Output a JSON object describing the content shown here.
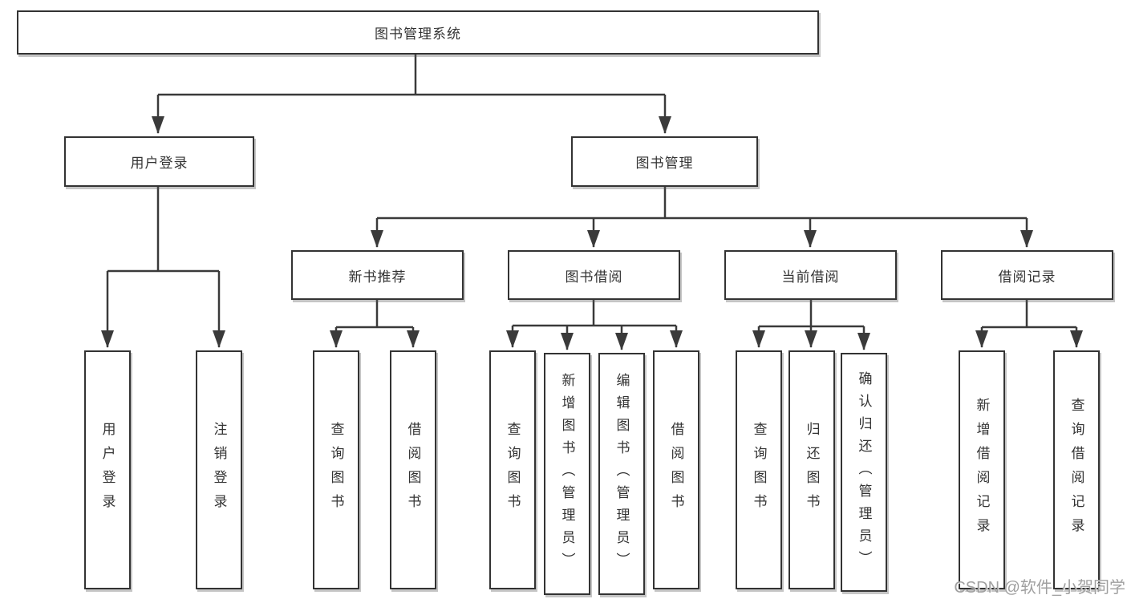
{
  "diagram_title": "图书管理系统",
  "nodes": {
    "root": "图书管理系统",
    "user_login": "用户登录",
    "book_mgmt": "图书管理",
    "new_book_rec": "新书推荐",
    "book_borrow": "图书借阅",
    "current_borrow": "当前借阅",
    "borrow_records": "借阅记录",
    "ul_user_login": "用户登录",
    "ul_logout": "注销登录",
    "nb_query_book": "查询图书",
    "nb_borrow_book": "借阅图书",
    "bb_query_book": "查询图书",
    "bb_add_book": "新增图书（管理员）",
    "bb_edit_book": "编辑图书（管理员）",
    "bb_borrow_book": "借阅图书",
    "cb_query_book": "查询图书",
    "cb_return_book": "归还图书",
    "cb_confirm_return": "确认归还（管理员）",
    "br_add_record": "新增借阅记录",
    "br_query_record": "查询借阅记录"
  },
  "structure": {
    "root": [
      "user_login",
      "book_mgmt"
    ],
    "user_login": [
      "ul_user_login",
      "ul_logout"
    ],
    "book_mgmt": [
      "new_book_rec",
      "book_borrow",
      "current_borrow",
      "borrow_records"
    ],
    "new_book_rec": [
      "nb_query_book",
      "nb_borrow_book"
    ],
    "book_borrow": [
      "bb_query_book",
      "bb_add_book",
      "bb_edit_book",
      "bb_borrow_book"
    ],
    "current_borrow": [
      "cb_query_book",
      "cb_return_book",
      "cb_confirm_return"
    ],
    "borrow_records": [
      "br_add_record",
      "br_query_record"
    ]
  },
  "watermark": "CSDN @软件_小贺同学",
  "colors": {
    "line": "#3a3a3a",
    "border": "#333333",
    "text": "#333333",
    "watermark": "#a0a0a0",
    "bg": "#ffffff"
  }
}
